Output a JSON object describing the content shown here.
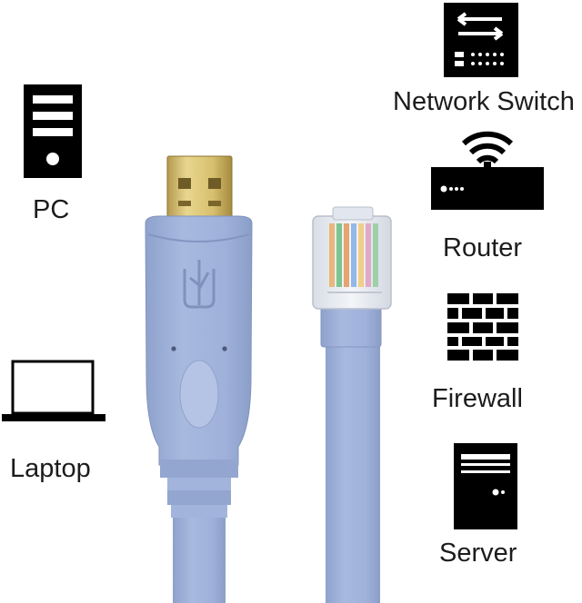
{
  "devices": {
    "pc": {
      "label": "PC",
      "icon": "pc-tower-icon"
    },
    "laptop": {
      "label": "Laptop",
      "icon": "laptop-icon"
    },
    "network_switch": {
      "label": "Network Switch",
      "icon": "network-switch-icon"
    },
    "router": {
      "label": "Router",
      "icon": "wifi-router-icon"
    },
    "firewall": {
      "label": "Firewall",
      "icon": "brick-firewall-icon"
    },
    "server": {
      "label": "Server",
      "icon": "server-tower-icon"
    }
  },
  "product": {
    "usb_end": "usb-a-connector",
    "rj45_end": "rj45-connector",
    "usb_logo": "usb-symbol-icon",
    "cable_color": "#9fb2d9",
    "icon_color": "#000000"
  }
}
